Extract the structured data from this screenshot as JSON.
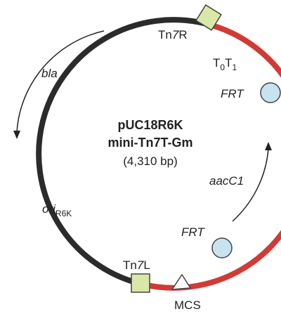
{
  "colors": {
    "backbone": "#2b2b2b",
    "insert": "#d23a35",
    "tn7_box": "#d9e8a6",
    "frt_circle": "#c7e3ee",
    "outline": "#444444"
  },
  "plasmid": {
    "name": "pUC18R6K",
    "name2": "mini-Tn7T-Gm",
    "size": "(4,310 bp)"
  },
  "labels": {
    "tn7r_a": "Tn",
    "tn7r_b": "7",
    "tn7r_c": "R",
    "t0t1_a": "T",
    "t0t1_b": "0",
    "t0t1_c": "T",
    "t0t1_d": "1",
    "frt_top": "FRT",
    "bla": "bla",
    "aacc1": "aacC1",
    "ori_a": "ori",
    "ori_b": "R6K",
    "frt_bottom": "FRT",
    "tn7l_a": "Tn",
    "tn7l_b": "7",
    "tn7l_c": "L",
    "mcs": "MCS"
  },
  "icons": {
    "tn7r_marker": "square-box",
    "tn7l_marker": "square-box",
    "frt_markers": "circle",
    "mcs_marker": "triangle-outline",
    "bla_direction": "arrow-counterclockwise",
    "aacc1_direction": "arrow-clockwise"
  }
}
